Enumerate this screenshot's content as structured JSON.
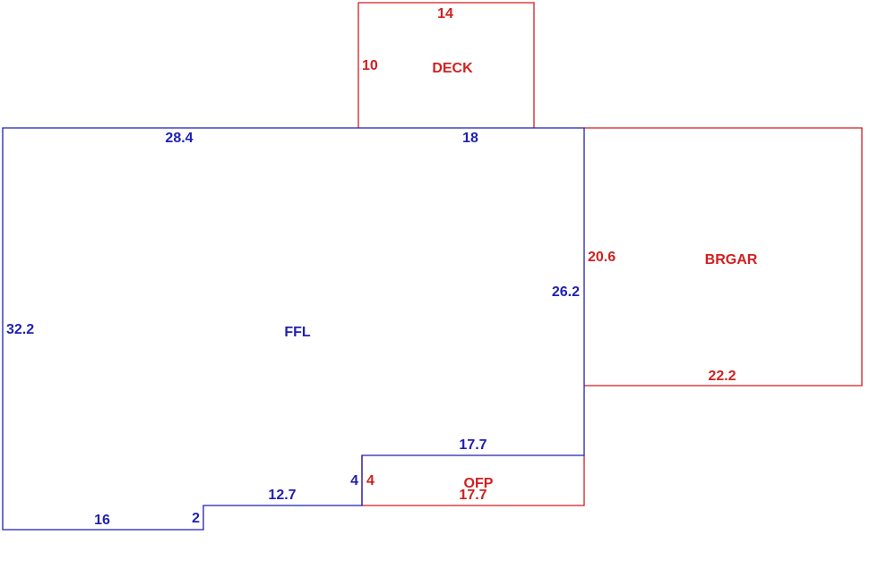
{
  "colors": {
    "living": "#1f1fb4",
    "other": "#d21f1f"
  },
  "areas": {
    "ffl": {
      "name": "FFL",
      "dims": {
        "top_left": "28.4",
        "top_right": "18",
        "left": "32.2",
        "right": "26.2",
        "bottom_left": "16",
        "step": "2",
        "bottom_mid": "12.7",
        "notch_side": "4",
        "notch_top": "17.7"
      }
    },
    "deck": {
      "name": "DECK",
      "dims": {
        "top": "14",
        "left": "10"
      }
    },
    "brgar": {
      "name": "BRGAR",
      "dims": {
        "left": "20.6",
        "bottom": "22.2"
      }
    },
    "ofp": {
      "name": "OFP",
      "dims": {
        "left": "4",
        "bottom": "17.7"
      }
    }
  }
}
